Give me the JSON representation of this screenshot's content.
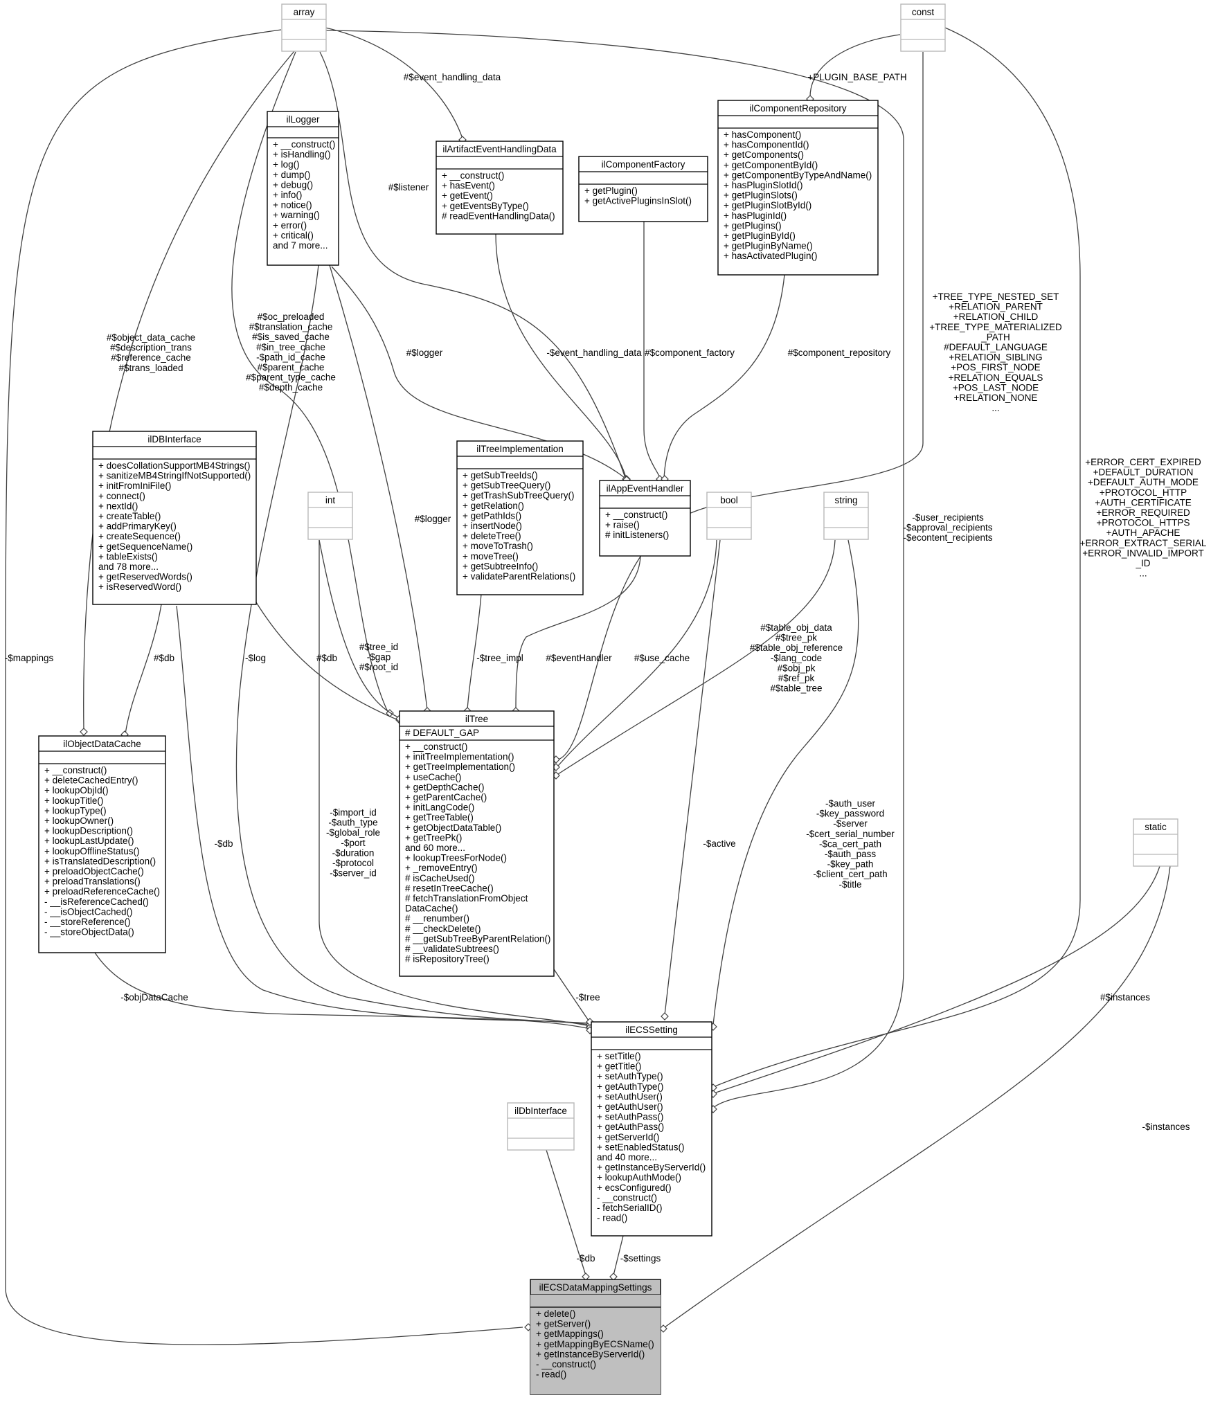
{
  "classes": {
    "array": {
      "name": "array",
      "members": []
    },
    "const": {
      "name": "const",
      "members": []
    },
    "int": {
      "name": "int",
      "members": []
    },
    "bool": {
      "name": "bool",
      "members": []
    },
    "string": {
      "name": "string",
      "members": []
    },
    "static": {
      "name": "static",
      "members": []
    },
    "ilDbInterface": {
      "name": "ilDbInterface",
      "members": []
    },
    "ilLogger": {
      "name": "ilLogger",
      "members": [],
      "methods": [
        "+ __construct()",
        "+ isHandling()",
        "+ log()",
        "+ dump()",
        "+ debug()",
        "+ info()",
        "+ notice()",
        "+ warning()",
        "+ error()",
        "+ critical()",
        "and 7 more..."
      ]
    },
    "ilArtifactEventHandlingData": {
      "name": "ilArtifactEventHandlingData",
      "members": [],
      "methods": [
        "+ __construct()",
        "+ hasEvent()",
        "+ getEvent()",
        "+ getEventsByType()",
        "# readEventHandlingData()"
      ]
    },
    "ilComponentFactory": {
      "name": "ilComponentFactory",
      "members": [],
      "methods": [
        "+ getPlugin()",
        "+ getActivePluginsInSlot()"
      ]
    },
    "ilComponentRepository": {
      "name": "ilComponentRepository",
      "members": [],
      "methods": [
        "+ hasComponent()",
        "+ hasComponentId()",
        "+ getComponents()",
        "+ getComponentById()",
        "+ getComponentByTypeAndName()",
        "+ hasPluginSlotId()",
        "+ getPluginSlots()",
        "+ getPluginSlotById()",
        "+ hasPluginId()",
        "+ getPlugins()",
        "+ getPluginById()",
        "+ getPluginByName()",
        "+ hasActivatedPlugin()"
      ]
    },
    "ilDBInterface": {
      "name": "ilDBInterface",
      "members": [],
      "methods": [
        "+ doesCollationSupportMB4Strings()",
        "+ sanitizeMB4StringIfNotSupported()",
        "+ initFromIniFile()",
        "+ connect()",
        "+ nextId()",
        "+ createTable()",
        "+ addPrimaryKey()",
        "+ createSequence()",
        "+ getSequenceName()",
        "+ tableExists()",
        "and 78 more...",
        "+ getReservedWords()",
        "+ isReservedWord()"
      ]
    },
    "ilTreeImplementation": {
      "name": "ilTreeImplementation",
      "members": [],
      "methods": [
        "+ getSubTreeIds()",
        "+ getSubTreeQuery()",
        "+ getTrashSubTreeQuery()",
        "+ getRelation()",
        "+ getPathIds()",
        "+ insertNode()",
        "+ deleteTree()",
        "+ moveToTrash()",
        "+ moveTree()",
        "+ getSubtreeInfo()",
        "+ validateParentRelations()"
      ]
    },
    "ilAppEventHandler": {
      "name": "ilAppEventHandler",
      "members": [],
      "methods": [
        "+ __construct()",
        "+ raise()",
        "# initListeners()"
      ]
    },
    "ilObjectDataCache": {
      "name": "ilObjectDataCache",
      "members": [],
      "methods": [
        "+ __construct()",
        "+ deleteCachedEntry()",
        "+ lookupObjId()",
        "+ lookupTitle()",
        "+ lookupType()",
        "+ lookupOwner()",
        "+ lookupDescription()",
        "+ lookupLastUpdate()",
        "+ lookupOfflineStatus()",
        "+ isTranslatedDescription()",
        "+ preloadObjectCache()",
        "+ preloadTranslations()",
        "+ preloadReferenceCache()",
        "- __isReferenceCached()",
        "- __isObjectCached()",
        "- __storeReference()",
        "- __storeObjectData()"
      ]
    },
    "ilTree": {
      "name": "ilTree",
      "members": [
        "# DEFAULT_GAP"
      ],
      "methods": [
        "+ __construct()",
        "+ initTreeImplementation()",
        "+ getTreeImplementation()",
        "+ useCache()",
        "+ getDepthCache()",
        "+ getParentCache()",
        "+ initLangCode()",
        "+ getTreeTable()",
        "+ getObjectDataTable()",
        "+ getTreePk()",
        "and 60 more...",
        "+ lookupTreesForNode()",
        "+ _removeEntry()",
        "# isCacheUsed()",
        "# resetInTreeCache()",
        "# fetchTranslationFromObject",
        "DataCache()",
        "# __renumber()",
        "# __checkDelete()",
        "# __getSubTreeByParentRelation()",
        "# __validateSubtrees()",
        "# isRepositoryTree()"
      ]
    },
    "ilECSSetting": {
      "name": "ilECSSetting",
      "members": [],
      "methods": [
        "+ setTitle()",
        "+ getTitle()",
        "+ setAuthType()",
        "+ getAuthType()",
        "+ setAuthUser()",
        "+ getAuthUser()",
        "+ setAuthPass()",
        "+ getAuthPass()",
        "+ getServerId()",
        "+ setEnabledStatus()",
        "and 40 more...",
        "+ getInstanceByServerId()",
        "+ lookupAuthMode()",
        "+ ecsConfigured()",
        "- __construct()",
        "- fetchSerialID()",
        "- read()"
      ]
    },
    "ilECSDataMappingSettings": {
      "name": "ilECSDataMappingSettings",
      "members": [],
      "methods": [
        "+ delete()",
        "+ getServer()",
        "+ getMappings()",
        "+ getMappingByECSName()",
        "+ getInstanceByServerId()",
        "- __construct()",
        "- read()"
      ]
    }
  },
  "edge_labels": {
    "event_handling_data_array": [
      "#$event_handling_data"
    ],
    "plugin_base_path": [
      "+PLUGIN_BASE_PATH"
    ],
    "listener": [
      "#$listener"
    ],
    "logger_event": [
      "#$logger"
    ],
    "event_handling_data": [
      "-$event_handling_data"
    ],
    "component_factory": [
      "#$component_factory"
    ],
    "component_repository": [
      "#$component_repository"
    ],
    "object_data_cache": [
      "#$object_data_cache",
      "#$description_trans",
      "#$reference_cache",
      "#$trans_loaded"
    ],
    "oc_preloaded": [
      "#$oc_preloaded",
      "#$translation_cache",
      "#$is_saved_cache",
      "#$in_tree_cache",
      "-$path_id_cache",
      "#$parent_cache",
      "#$parent_type_cache",
      "#$depth_cache"
    ],
    "tree_consts": [
      "+TREE_TYPE_NESTED_SET",
      "+RELATION_PARENT",
      "+RELATION_CHILD",
      "+TREE_TYPE_MATERIALIZED",
      "_PATH",
      "#DEFAULT_LANGUAGE",
      "+RELATION_SIBLING",
      "+POS_FIRST_NODE",
      "+RELATION_EQUALS",
      "+POS_LAST_NODE",
      "+RELATION_NONE",
      "..."
    ],
    "ecs_consts": [
      "+ERROR_CERT_EXPIRED",
      "+DEFAULT_DURATION",
      "+DEFAULT_AUTH_MODE",
      "+PROTOCOL_HTTP",
      "+AUTH_CERTIFICATE",
      "+ERROR_REQUIRED",
      "+PROTOCOL_HTTPS",
      "+AUTH_APACHE",
      "+ERROR_EXTRACT_SERIAL",
      "+ERROR_INVALID_IMPORT",
      "_ID",
      "..."
    ],
    "recipients": [
      "-$user_recipients",
      "-$approval_recipients",
      "-$econtent_recipients"
    ],
    "mappings": [
      "-$mappings"
    ],
    "db_objcache": [
      "#$db"
    ],
    "logger_tree": [
      "#$logger"
    ],
    "log": [
      "-$log"
    ],
    "db_tree": [
      "#$db"
    ],
    "tree_id": [
      "#$tree_id",
      "-$gap",
      "#$root_id"
    ],
    "tree_impl": [
      "-$tree_impl"
    ],
    "eventHandler": [
      "#$eventHandler"
    ],
    "use_cache": [
      "#$use_cache"
    ],
    "table_obj": [
      "#$table_obj_data",
      "#$tree_pk",
      "#$table_obj_reference",
      "-$lang_code",
      "#$obj_pk",
      "#$ref_pk",
      "#$table_tree"
    ],
    "db_ecs": [
      "-$db"
    ],
    "import_id": [
      "-$import_id",
      "-$auth_type",
      "-$global_role",
      "-$port",
      "-$duration",
      "-$protocol",
      "-$server_id"
    ],
    "active": [
      "-$active"
    ],
    "auth_user": [
      "-$auth_user",
      "-$key_password",
      "-$server",
      "-$cert_serial_number",
      "-$ca_cert_path",
      "-$auth_pass",
      "-$key_path",
      "-$client_cert_path",
      "-$title"
    ],
    "objDataCache": [
      "-$objDataCache"
    ],
    "tree": [
      "-$tree"
    ],
    "instances_static": [
      "#$instances"
    ],
    "instances": [
      "-$instances"
    ],
    "db_mapping": [
      "-$db"
    ],
    "settings": [
      "-$settings"
    ]
  }
}
